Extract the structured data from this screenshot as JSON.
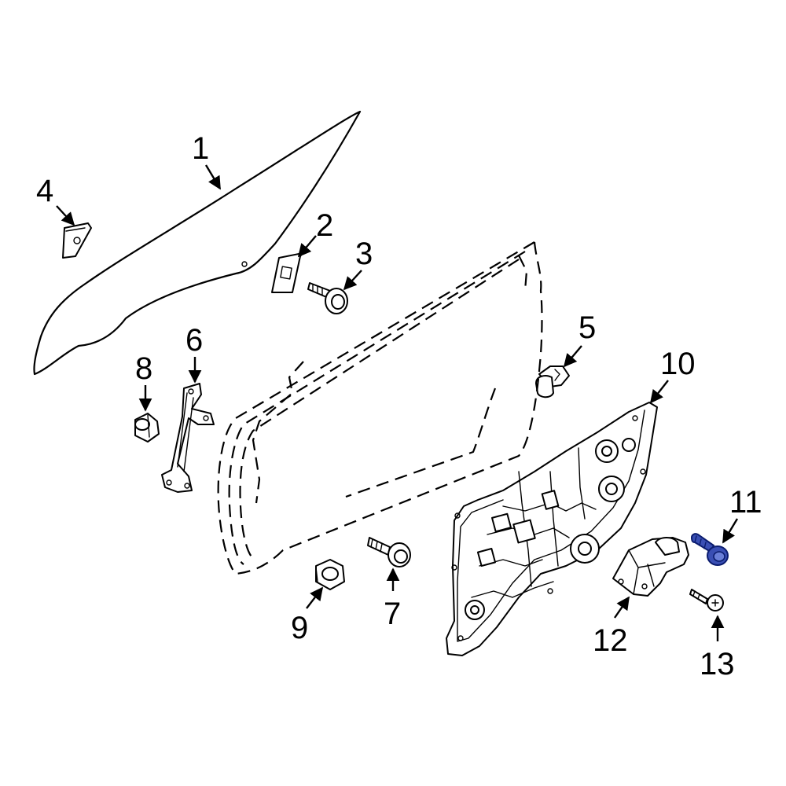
{
  "diagram": {
    "callouts": [
      {
        "id": "c1",
        "label": "1"
      },
      {
        "id": "c2",
        "label": "2"
      },
      {
        "id": "c3",
        "label": "3"
      },
      {
        "id": "c4",
        "label": "4"
      },
      {
        "id": "c5",
        "label": "5"
      },
      {
        "id": "c6",
        "label": "6"
      },
      {
        "id": "c7",
        "label": "7"
      },
      {
        "id": "c8",
        "label": "8"
      },
      {
        "id": "c9",
        "label": "9"
      },
      {
        "id": "c10",
        "label": "10"
      },
      {
        "id": "c11",
        "label": "11"
      },
      {
        "id": "c12",
        "label": "12"
      },
      {
        "id": "c13",
        "label": "13"
      }
    ],
    "highlighted_part": "11",
    "highlight_color": "#3a4fb4"
  }
}
